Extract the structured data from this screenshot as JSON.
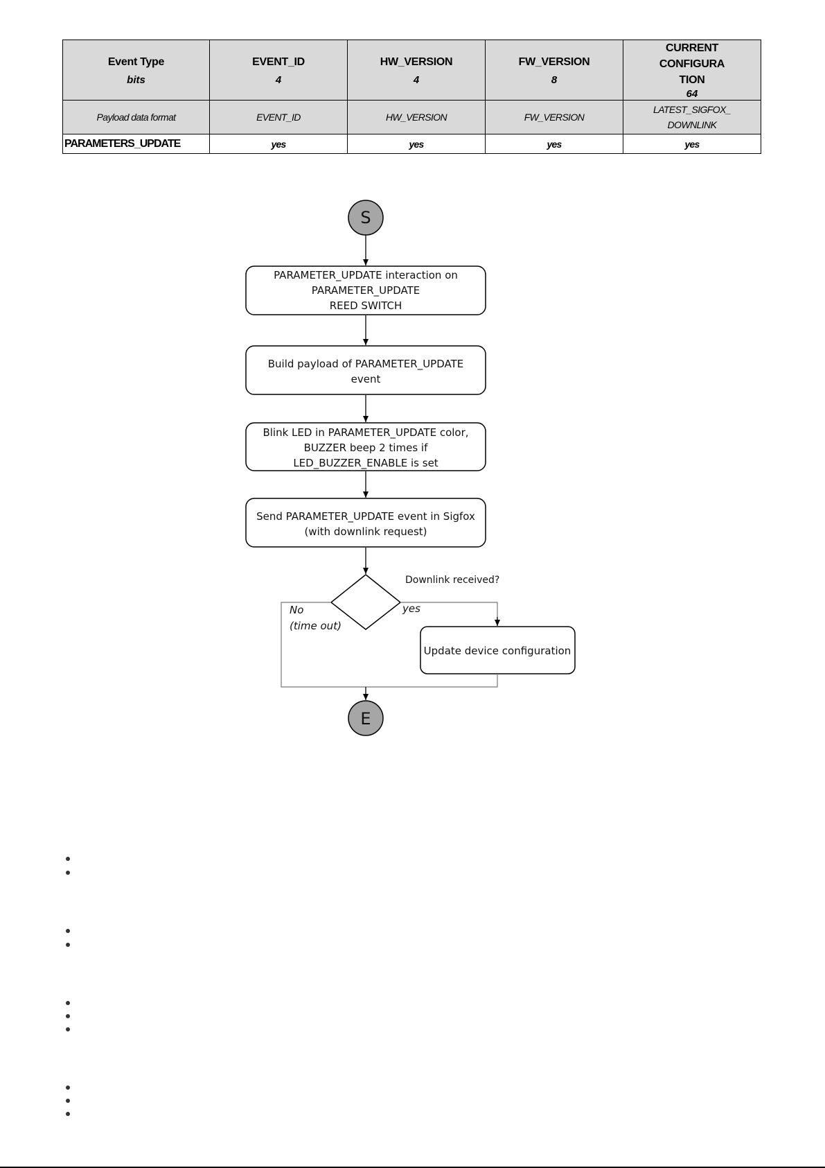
{
  "table": {
    "header": [
      {
        "name": "Event Type",
        "bits": "bits"
      },
      {
        "name": "EVENT_ID",
        "bits": "4"
      },
      {
        "name": "HW_VERSION",
        "bits": "4"
      },
      {
        "name": "FW_VERSION",
        "bits": "8"
      },
      {
        "name": "CURRENT CONFIGURA TION",
        "bits": "64"
      }
    ],
    "format_row": [
      "Payload data format",
      "EVENT_ID",
      "HW_VERSION",
      "FW_VERSION",
      "LATEST_SIGFOX_ DOWNLINK"
    ],
    "event_row": {
      "name": "PARAMETERS_UPDATE",
      "values": [
        "yes",
        "yes",
        "yes",
        "yes"
      ]
    }
  },
  "flowchart": {
    "start": "S",
    "end": "E",
    "step1": [
      "PARAMETER_UPDATE interaction on",
      "PARAMETER_UPDATE",
      "REED SWITCH"
    ],
    "step2": [
      "Build payload of PARAMETER_UPDATE",
      "event"
    ],
    "step3": [
      "Blink LED in PARAMETER_UPDATE color,",
      "BUZZER beep 2 times if",
      "LED_BUZZER_ENABLE is set"
    ],
    "step4": [
      "Send PARAMETER_UPDATE event in Sigfox",
      "(with downlink request)"
    ],
    "decision": "Downlink received?",
    "no_label": [
      "No",
      "(time out)"
    ],
    "yes_label": "yes",
    "update": "Update device configuration"
  }
}
